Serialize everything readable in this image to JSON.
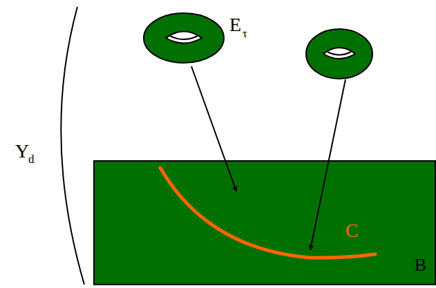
{
  "diagram": {
    "nodes": [
      {
        "text": [
          "B"
        ]
      }
    ],
    "labels": [
      "Y",
      "d",
      "E",
      "τ",
      "C"
    ]
  }
}
